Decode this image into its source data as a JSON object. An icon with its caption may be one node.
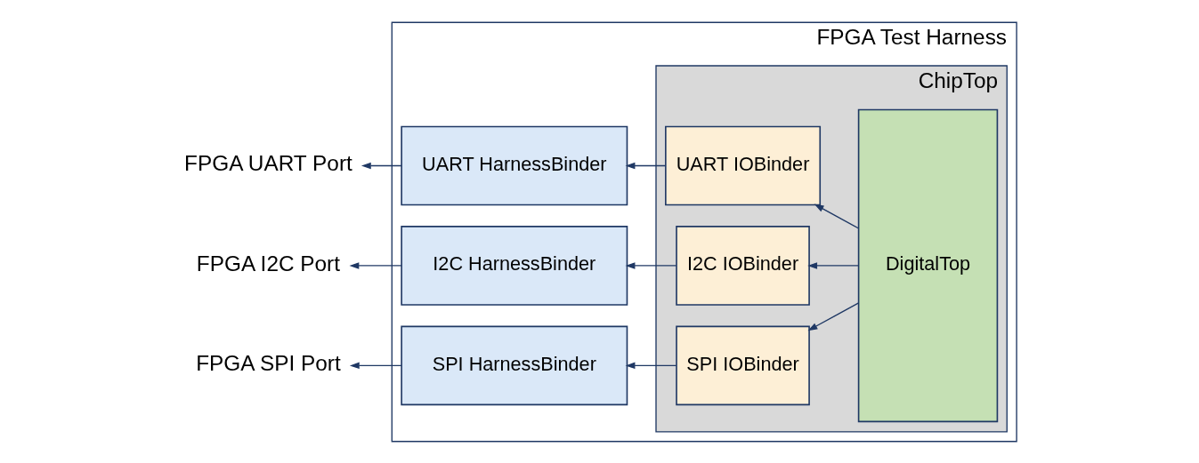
{
  "diagram": {
    "nodes": [
      {
        "text": [
          "FPGA Test Harness"
        ]
      },
      {
        "text": [
          "ChipTop"
        ],
        "in": 0
      },
      {
        "text": [
          "UART HarnessBinder"
        ],
        "in": 0
      },
      {
        "text": [
          "I2C HarnessBinder"
        ],
        "in": 0
      },
      {
        "text": [
          "SPI HarnessBinder"
        ],
        "in": 0
      },
      {
        "text": [
          "UART IOBinder"
        ],
        "in": 1
      },
      {
        "text": [
          "I2C IOBinder"
        ],
        "in": 1
      },
      {
        "text": [
          "SPI IOBinder"
        ],
        "in": 1
      },
      {
        "text": [
          "DigitalTop"
        ],
        "in": 1
      },
      {
        "text": [
          "FPGA UART Port"
        ]
      },
      {
        "text": [
          "FPGA I2C Port"
        ]
      },
      {
        "text": [
          "FPGA SPI Port"
        ]
      }
    ],
    "edges": [
      {
        "from": 8,
        "to": 5,
        "arrow": "to"
      },
      {
        "from": 8,
        "to": 6,
        "arrow": "to"
      },
      {
        "from": 8,
        "to": 7,
        "arrow": "to"
      },
      {
        "from": 5,
        "to": 2,
        "arrow": "to"
      },
      {
        "from": 6,
        "to": 3,
        "arrow": "to"
      },
      {
        "from": 7,
        "to": 4,
        "arrow": "to"
      },
      {
        "from": 2,
        "to": 9,
        "arrow": "to"
      },
      {
        "from": 3,
        "to": 10,
        "arrow": "to"
      },
      {
        "from": 4,
        "to": 11,
        "arrow": "to"
      }
    ]
  }
}
